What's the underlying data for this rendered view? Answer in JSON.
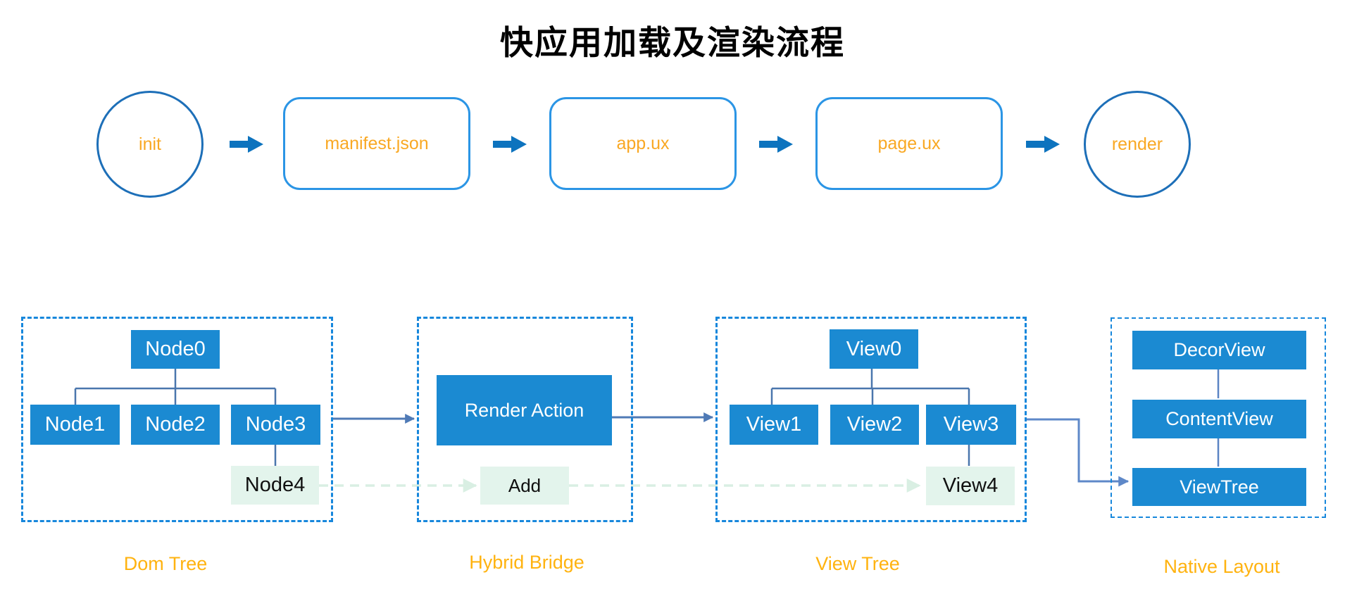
{
  "title": "快应用加载及渲染流程",
  "flow": {
    "steps": [
      {
        "label": "init",
        "shape": "circle"
      },
      {
        "label": "manifest.json",
        "shape": "rounded-rect"
      },
      {
        "label": "app.ux",
        "shape": "rounded-rect"
      },
      {
        "label": "page.ux",
        "shape": "rounded-rect"
      },
      {
        "label": "render",
        "shape": "circle"
      }
    ]
  },
  "sections": {
    "dom_tree": {
      "label": "Dom Tree",
      "nodes": [
        {
          "label": "Node0",
          "variant": "blue"
        },
        {
          "label": "Node1",
          "variant": "blue"
        },
        {
          "label": "Node2",
          "variant": "blue"
        },
        {
          "label": "Node3",
          "variant": "blue"
        },
        {
          "label": "Node4",
          "variant": "mint"
        }
      ]
    },
    "hybrid_bridge": {
      "label": "Hybrid Bridge",
      "action_label": "Render Action",
      "add_label": "Add"
    },
    "view_tree": {
      "label": "View Tree",
      "nodes": [
        {
          "label": "View0",
          "variant": "blue"
        },
        {
          "label": "View1",
          "variant": "blue"
        },
        {
          "label": "View2",
          "variant": "blue"
        },
        {
          "label": "View3",
          "variant": "blue"
        },
        {
          "label": "View4",
          "variant": "mint"
        }
      ]
    },
    "native_layout": {
      "label": "Native Layout",
      "views": [
        {
          "label": "DecorView"
        },
        {
          "label": "ContentView"
        },
        {
          "label": "ViewTree"
        }
      ]
    }
  },
  "colors": {
    "node_blue": "#1b8ad2",
    "mint_fill": "#e3f4ec",
    "dashed_border_blue": "#1787dc",
    "circle_stroke": "#1d6fb8",
    "rect_stroke": "#2b95e5",
    "block_arrow_blue": "#0d73be",
    "tree_line_slate": "#4a76ad",
    "elbow_arrow_slate": "#5e88c8",
    "mint_arrow": "#d9efe3",
    "flow_text_orange": "#f9a823",
    "section_label_orange": "#ffb310"
  }
}
